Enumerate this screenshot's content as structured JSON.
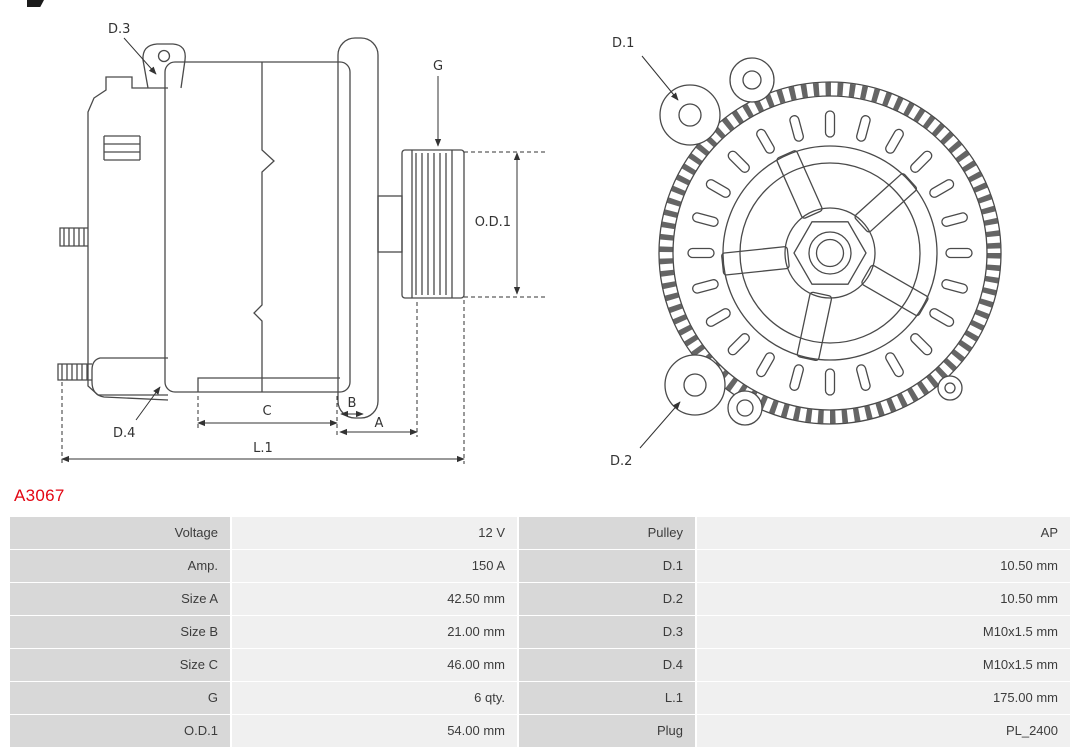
{
  "page": {
    "part_number": "A3067",
    "accent_color": "#e30613"
  },
  "diagram": {
    "side_view": {
      "labels": {
        "d3": "D.3",
        "d4": "D.4",
        "g": "G",
        "od1": "O.D.1",
        "a": "A",
        "b": "B",
        "c": "C",
        "l1": "L.1"
      }
    },
    "front_view": {
      "labels": {
        "d1": "D.1",
        "d2": "D.2"
      }
    }
  },
  "spec_table": {
    "rows": [
      {
        "label_left": "Voltage",
        "value_left": "12 V",
        "label_right": "Pulley",
        "value_right": "AP"
      },
      {
        "label_left": "Amp.",
        "value_left": "150 A",
        "label_right": "D.1",
        "value_right": "10.50 mm"
      },
      {
        "label_left": "Size A",
        "value_left": "42.50 mm",
        "label_right": "D.2",
        "value_right": "10.50 mm"
      },
      {
        "label_left": "Size B",
        "value_left": "21.00 mm",
        "label_right": "D.3",
        "value_right": "M10x1.5 mm"
      },
      {
        "label_left": "Size C",
        "value_left": "46.00 mm",
        "label_right": "D.4",
        "value_right": "M10x1.5 mm"
      },
      {
        "label_left": "G",
        "value_left": "6 qty.",
        "label_right": "L.1",
        "value_right": "175.00 mm"
      },
      {
        "label_left": "O.D.1",
        "value_left": "54.00 mm",
        "label_right": "Plug",
        "value_right": "PL_2400"
      }
    ]
  }
}
